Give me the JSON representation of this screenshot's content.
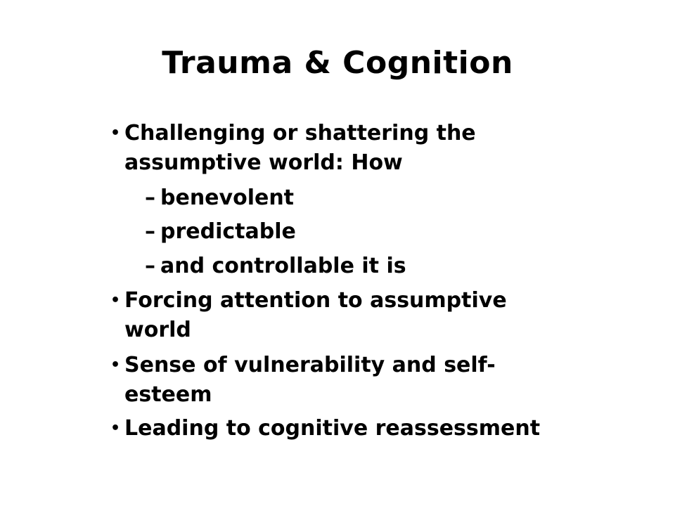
{
  "slide": {
    "title": "Trauma & Cognition",
    "bullet_glyph": "•",
    "dash_glyph": "–",
    "items": [
      {
        "lines": [
          "Challenging or shattering the",
          "assumptive world:  How"
        ],
        "subitems": [
          "benevolent",
          "predictable",
          "and controllable it is"
        ]
      },
      {
        "lines": [
          "Forcing attention to assumptive",
          "world"
        ]
      },
      {
        "lines": [
          "Sense of vulnerability and self-",
          "esteem"
        ]
      },
      {
        "lines": [
          "Leading to cognitive reassessment"
        ]
      }
    ]
  }
}
